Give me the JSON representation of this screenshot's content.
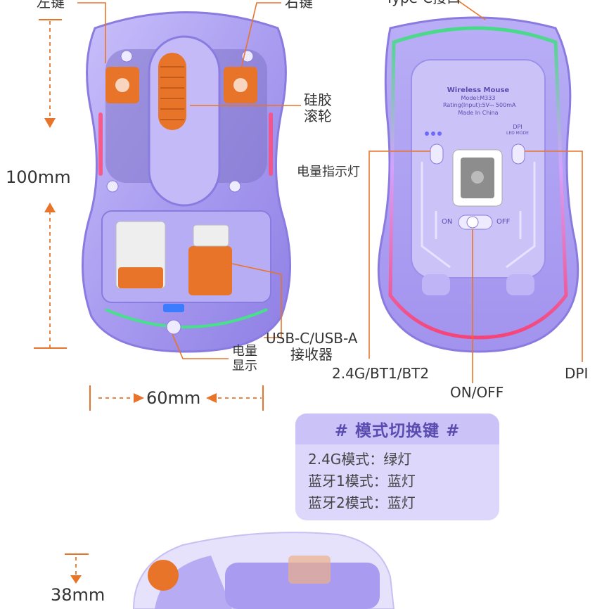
{
  "labels": {
    "left_button": "左键",
    "right_button": "右键",
    "type_c": "Type-C接口",
    "scroll_wheel_line1": "硅胶",
    "scroll_wheel_line2": "滚轮",
    "battery_indicator": "电量指示灯",
    "receiver_line1": "USB-C/USB-A",
    "receiver_line2": "接收器",
    "battery_display_line1": "电量",
    "battery_display_line2": "显示",
    "mode_switch": "2.4G/BT1/BT2",
    "power_switch": "ON/OFF",
    "dpi": "DPI"
  },
  "dimensions": {
    "length": "100mm",
    "width": "60mm",
    "height": "38mm"
  },
  "underside": {
    "brand": "Wireless Mouse",
    "model": "Model:M333",
    "rating": "Rating(Input):5V⎓ 500mA",
    "made_in": "Made In China",
    "dpi_label": "DPI",
    "led_mode": "LED MODE",
    "on": "ON",
    "off": "OFF"
  },
  "mode_box": {
    "title": "# 模式切换键 #",
    "lines": [
      "2.4G模式：绿灯",
      "蓝牙1模式：蓝灯",
      "蓝牙2模式：蓝灯"
    ]
  },
  "colors": {
    "accent_orange": "#e8742a",
    "mouse_purple": "#a99cf0",
    "mode_box_bg": "#dcd7fb"
  }
}
